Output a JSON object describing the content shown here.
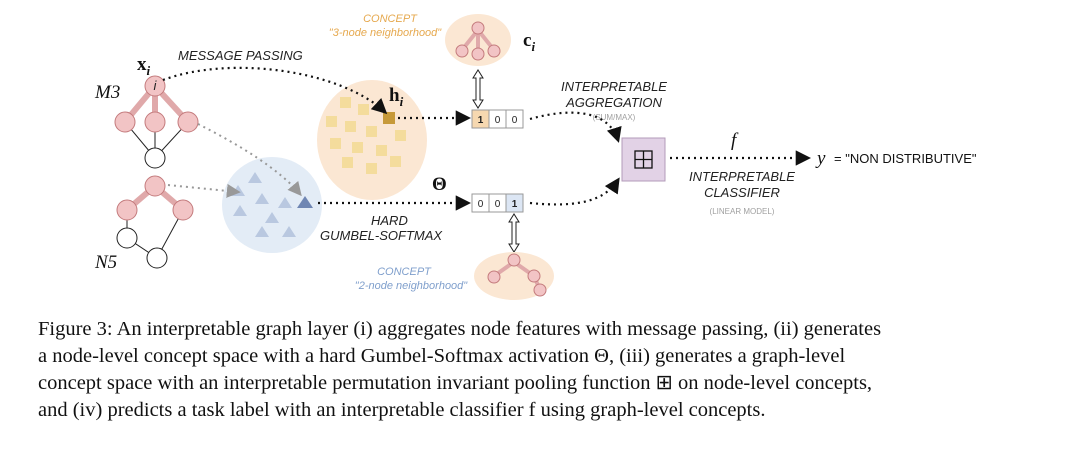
{
  "figure": {
    "labels": {
      "message_passing": "MESSAGE PASSING",
      "concept_top": "CONCEPT",
      "concept_top_sub": "\"3-node neighborhood\"",
      "concept_bottom": "CONCEPT",
      "concept_bottom_sub": "\"2-node neighborhood\"",
      "interp_aggregation_1": "INTERPRETABLE",
      "interp_aggregation_2": "AGGREGATION",
      "sum_max": "(SUM/MAX)",
      "interp_classifier_1": "INTERPRETABLE",
      "interp_classifier_2": "CLASSIFIER",
      "linear_model": "(LINEAR MODEL)",
      "hard_1": "HARD",
      "hard_2": "GUMBEL-SOFTMAX",
      "graph_m3": "M3",
      "graph_n5": "N5",
      "x_i": "x",
      "x_i_sub": "i",
      "node_i": "i",
      "h_i": "h",
      "h_i_sub": "i",
      "c_i": "c",
      "c_i_sub": "i",
      "theta": "Θ",
      "f": "f",
      "y": "y",
      "y_value": "= \"NON DISTRIBUTIVE\"",
      "vec_top": [
        "1",
        "0",
        "0"
      ],
      "vec_bottom": [
        "0",
        "0",
        "1"
      ]
    },
    "colors": {
      "node_pink": "#f2c4c5",
      "node_stroke": "#c47b7d",
      "edge_pink": "#e0a9aa",
      "orange_blob": "#fbe7d3",
      "square": "#f4dc9c",
      "square_dark": "#c79a3a",
      "blue_blob": "#e3ecf6",
      "triangle": "#b9c8e0",
      "triangle_dark": "#6f86b3",
      "pool_box": "#e2d2e6"
    }
  },
  "caption": {
    "lines": [
      "Figure 3: An interpretable graph layer (i) aggregates node features with message passing, (ii) generates",
      "a node-level concept space with a hard Gumbel-Softmax activation Θ, (iii) generates a graph-level",
      "concept space with an interpretable permutation invariant pooling function ⊞ on node-level concepts,",
      "and (iv) predicts a task label with an interpretable classifier f using graph-level concepts."
    ]
  }
}
